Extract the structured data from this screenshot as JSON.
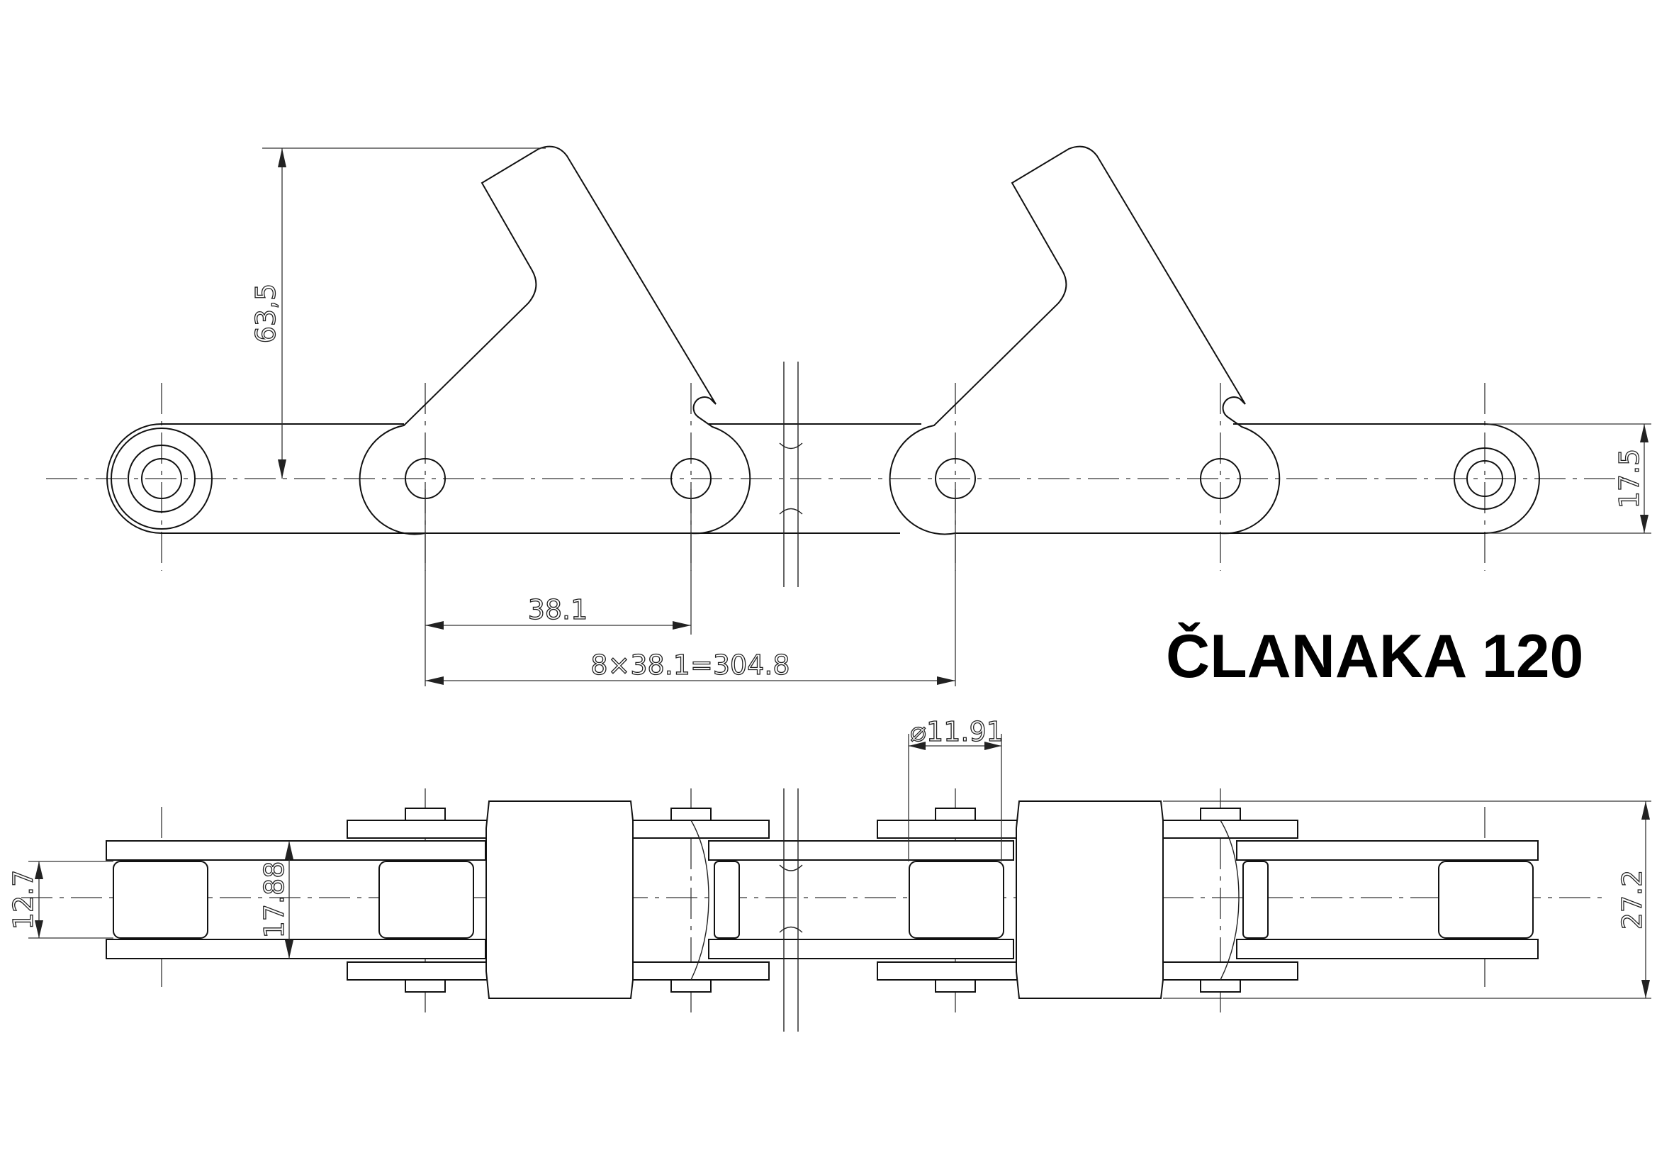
{
  "title": "ČLANAKA 120",
  "dimensions": {
    "flight_height": "63,5",
    "pitch": "38.1",
    "total_length": "8×38.1=304.8",
    "plate_height": "17.5",
    "pin_diameter": "⌀11.91",
    "roller_width": "12.7",
    "inner_width": "17.88",
    "overall_width": "27.2"
  }
}
